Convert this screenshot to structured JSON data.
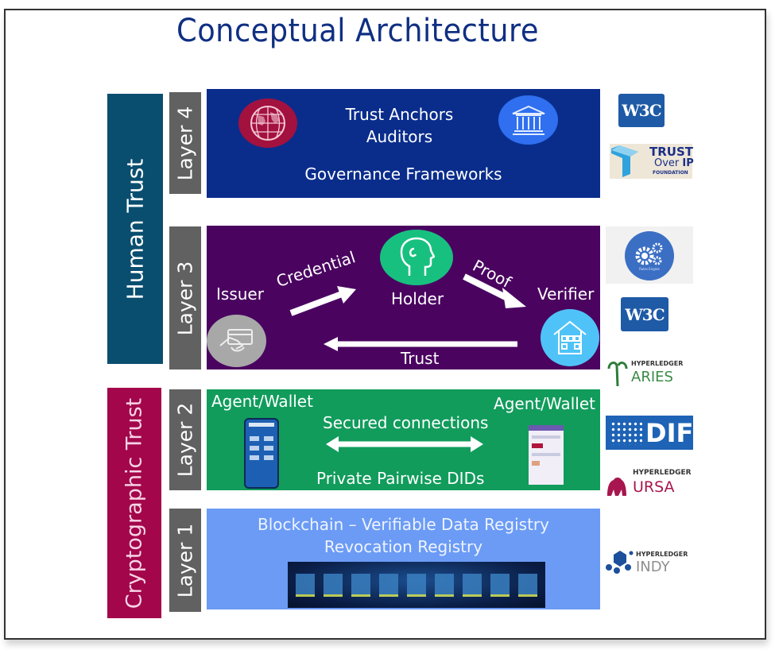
{
  "title": "Conceptual Architecture",
  "groups": {
    "human_trust": {
      "label": "Human Trust",
      "color": "#0a4e6f"
    },
    "cryptographic_trust": {
      "label": "Cryptographic Trust",
      "color": "#a3064a"
    }
  },
  "layers": [
    {
      "label": "Layer 4",
      "color": "#0a2d8c",
      "lines": [
        "Trust Anchors",
        "Auditors",
        "Governance Frameworks"
      ],
      "icons": [
        "globe-icon",
        "institution-icon"
      ]
    },
    {
      "label": "Layer 3",
      "color": "#4a0460",
      "roles": {
        "issuer": "Issuer",
        "holder": "Holder",
        "verifier": "Verifier"
      },
      "flows": {
        "credential": "Credential",
        "proof": "Proof",
        "trust": "Trust"
      },
      "icons": [
        "hand-card-icon",
        "head-profile-icon",
        "building-icon"
      ]
    },
    {
      "label": "Layer 2",
      "color": "#119c5c",
      "agent_left": "Agent/Wallet",
      "agent_right": "Agent/Wallet",
      "connection": "Secured connections",
      "dids": "Private Pairwise DIDs",
      "icons": [
        "phone-wallet-icon",
        "phone-app-icon",
        "double-arrow-icon"
      ]
    },
    {
      "label": "Layer 1",
      "color": "#6b9bf5",
      "lines": [
        "Blockchain – Verifiable Data Registry",
        "Revocation Registry"
      ],
      "icons": [
        "blockchain-image"
      ]
    }
  ],
  "logos": [
    {
      "name": "W3C",
      "text": "W3C"
    },
    {
      "name": "Trust Over IP Foundation",
      "line1": "TRUST",
      "line2a": "Over ",
      "line2b": "IP",
      "line3": "FOUNDATION"
    },
    {
      "name": "Rules Engine",
      "caption": "Rules Engine"
    },
    {
      "name": "W3C",
      "text": "W3C"
    },
    {
      "name": "Hyperledger Aries",
      "top": "HYPERLEDGER",
      "bottom": "ARIES"
    },
    {
      "name": "DIF",
      "text": "DIF"
    },
    {
      "name": "Hyperledger Ursa",
      "top": "HYPERLEDGER",
      "bottom": "URSA"
    },
    {
      "name": "Hyperledger Indy",
      "top": "HYPERLEDGER",
      "bottom": "INDY"
    }
  ]
}
